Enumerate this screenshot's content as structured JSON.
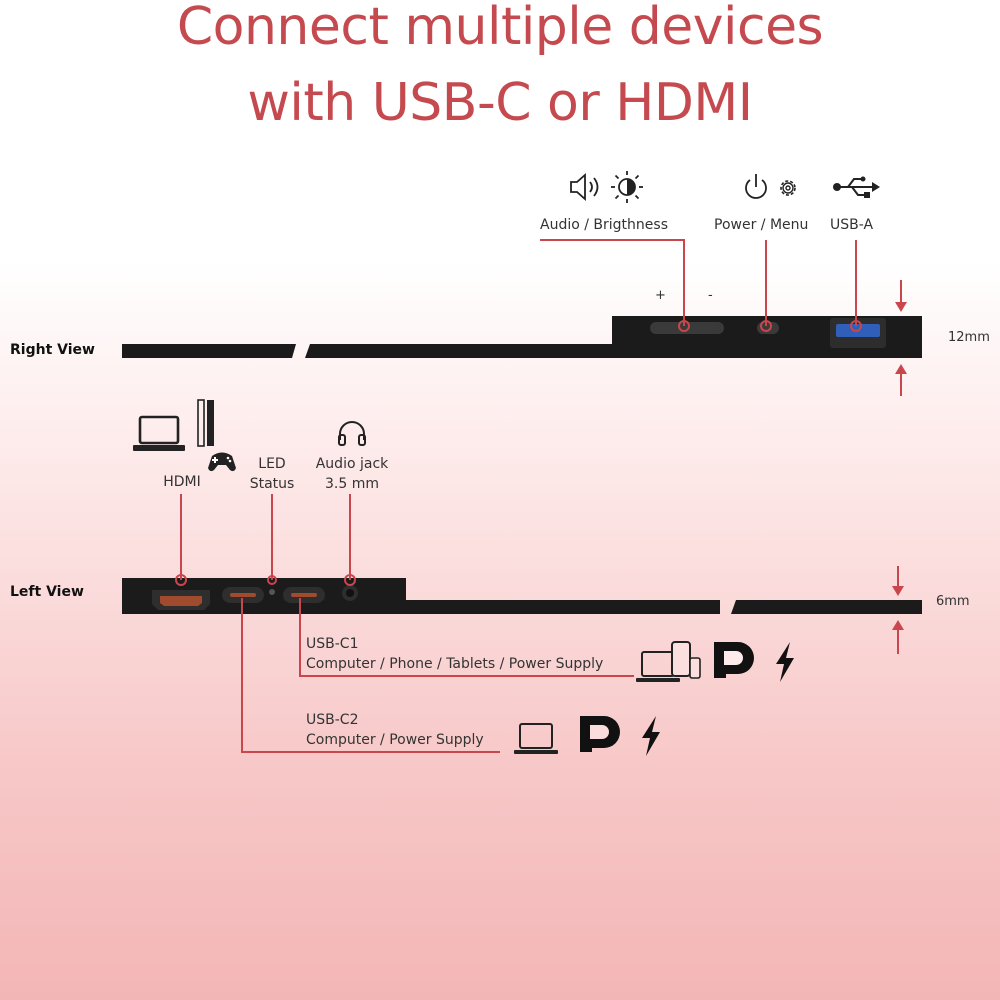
{
  "headline": {
    "line1": "Connect multiple devices",
    "line2": "with USB-C or HDMI"
  },
  "right_view": {
    "title": "Right View",
    "labels": {
      "audio_brightness": "Audio / Brigthness",
      "power_menu": "Power / Menu",
      "usb_a": "USB-A",
      "plus": "+",
      "minus": "-"
    },
    "thickness": "12mm"
  },
  "left_view": {
    "title": "Left View",
    "labels": {
      "hdmi": "HDMI",
      "led_line1": "LED",
      "led_line2": "Status",
      "audio_line1": "Audio jack",
      "audio_line2": "3.5 mm"
    },
    "thickness": "6mm",
    "usb_c1": {
      "title": "USB-C1",
      "desc": "Computer / Phone / Tablets / Power Supply"
    },
    "usb_c2": {
      "title": "USB-C2",
      "desc": "Computer / Power Supply"
    }
  },
  "colors": {
    "accent": "#c54a4f",
    "line": "#c9464c",
    "device": "#1b1b1b",
    "text": "#333333"
  },
  "icons": [
    "speaker-icon",
    "brightness-icon",
    "power-icon",
    "gear-icon",
    "usb-icon",
    "laptop-icon",
    "game-console-icon",
    "gamepad-icon",
    "headphones-icon",
    "tablet-icon",
    "phone-icon",
    "displayport-icon",
    "lightning-icon"
  ]
}
